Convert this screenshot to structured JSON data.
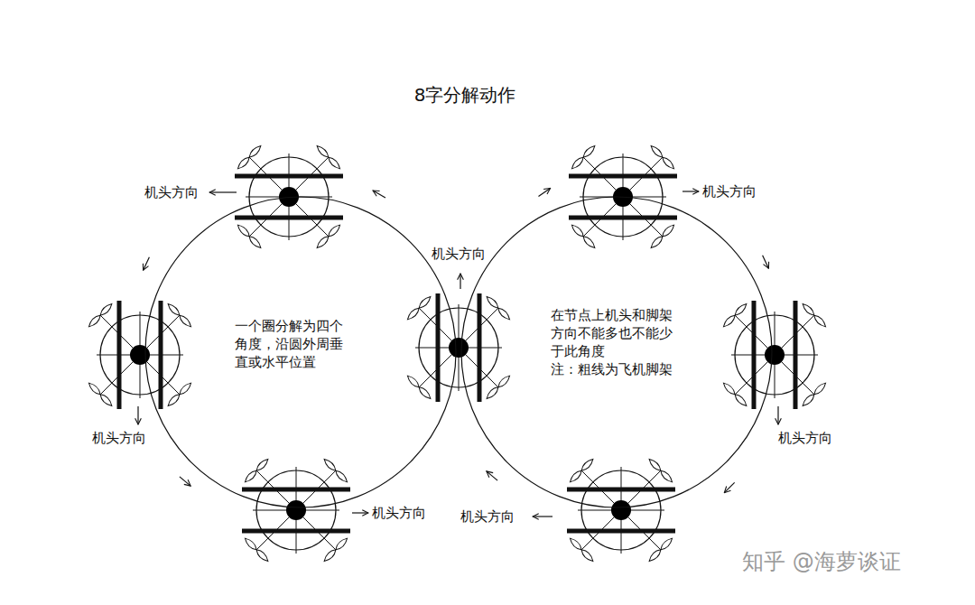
{
  "diagram": {
    "title": "8字分解动作",
    "nodes": [
      {
        "text": [
          "一个圈分解为四个角度，沿圆外周垂直或水平位置"
        ]
      },
      {
        "text": [
          "在节点上机头和脚架方向不能多也不能少于此角度",
          "注：粗线为飞机脚架"
        ]
      }
    ],
    "labels": [
      "机头方向",
      "机头方向",
      "机头方向",
      "机头方向",
      "机头方向",
      "机头方向",
      "机头方向",
      "知乎 @海萝谈证"
    ]
  }
}
